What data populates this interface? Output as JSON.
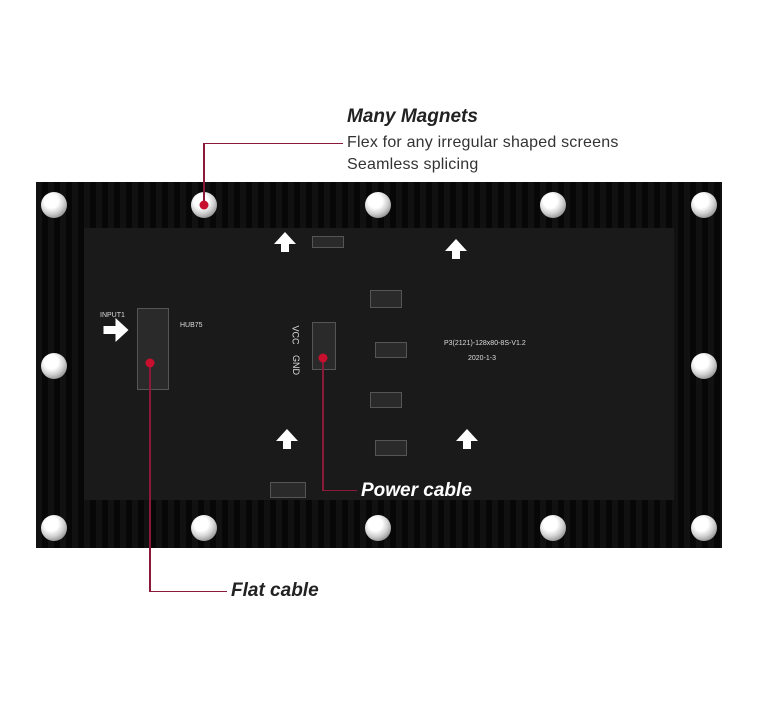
{
  "callouts": {
    "magnets": {
      "title": "Many Magnets",
      "lines": [
        "Flex for any irregular shaped screens",
        "Seamless splicing"
      ]
    },
    "power": {
      "title": "Power cable"
    },
    "flat": {
      "title": "Flat cable"
    }
  },
  "pcb_labels": {
    "input": "INPUT1",
    "hub": "HUB75",
    "vcc": "VCC",
    "gnd": "GND",
    "model": "P3(2121)-128x80-8S-V1.2",
    "date": "2020-1-3"
  },
  "colors": {
    "callout_line": "#8b1a3a",
    "dot": "#c8102e"
  }
}
